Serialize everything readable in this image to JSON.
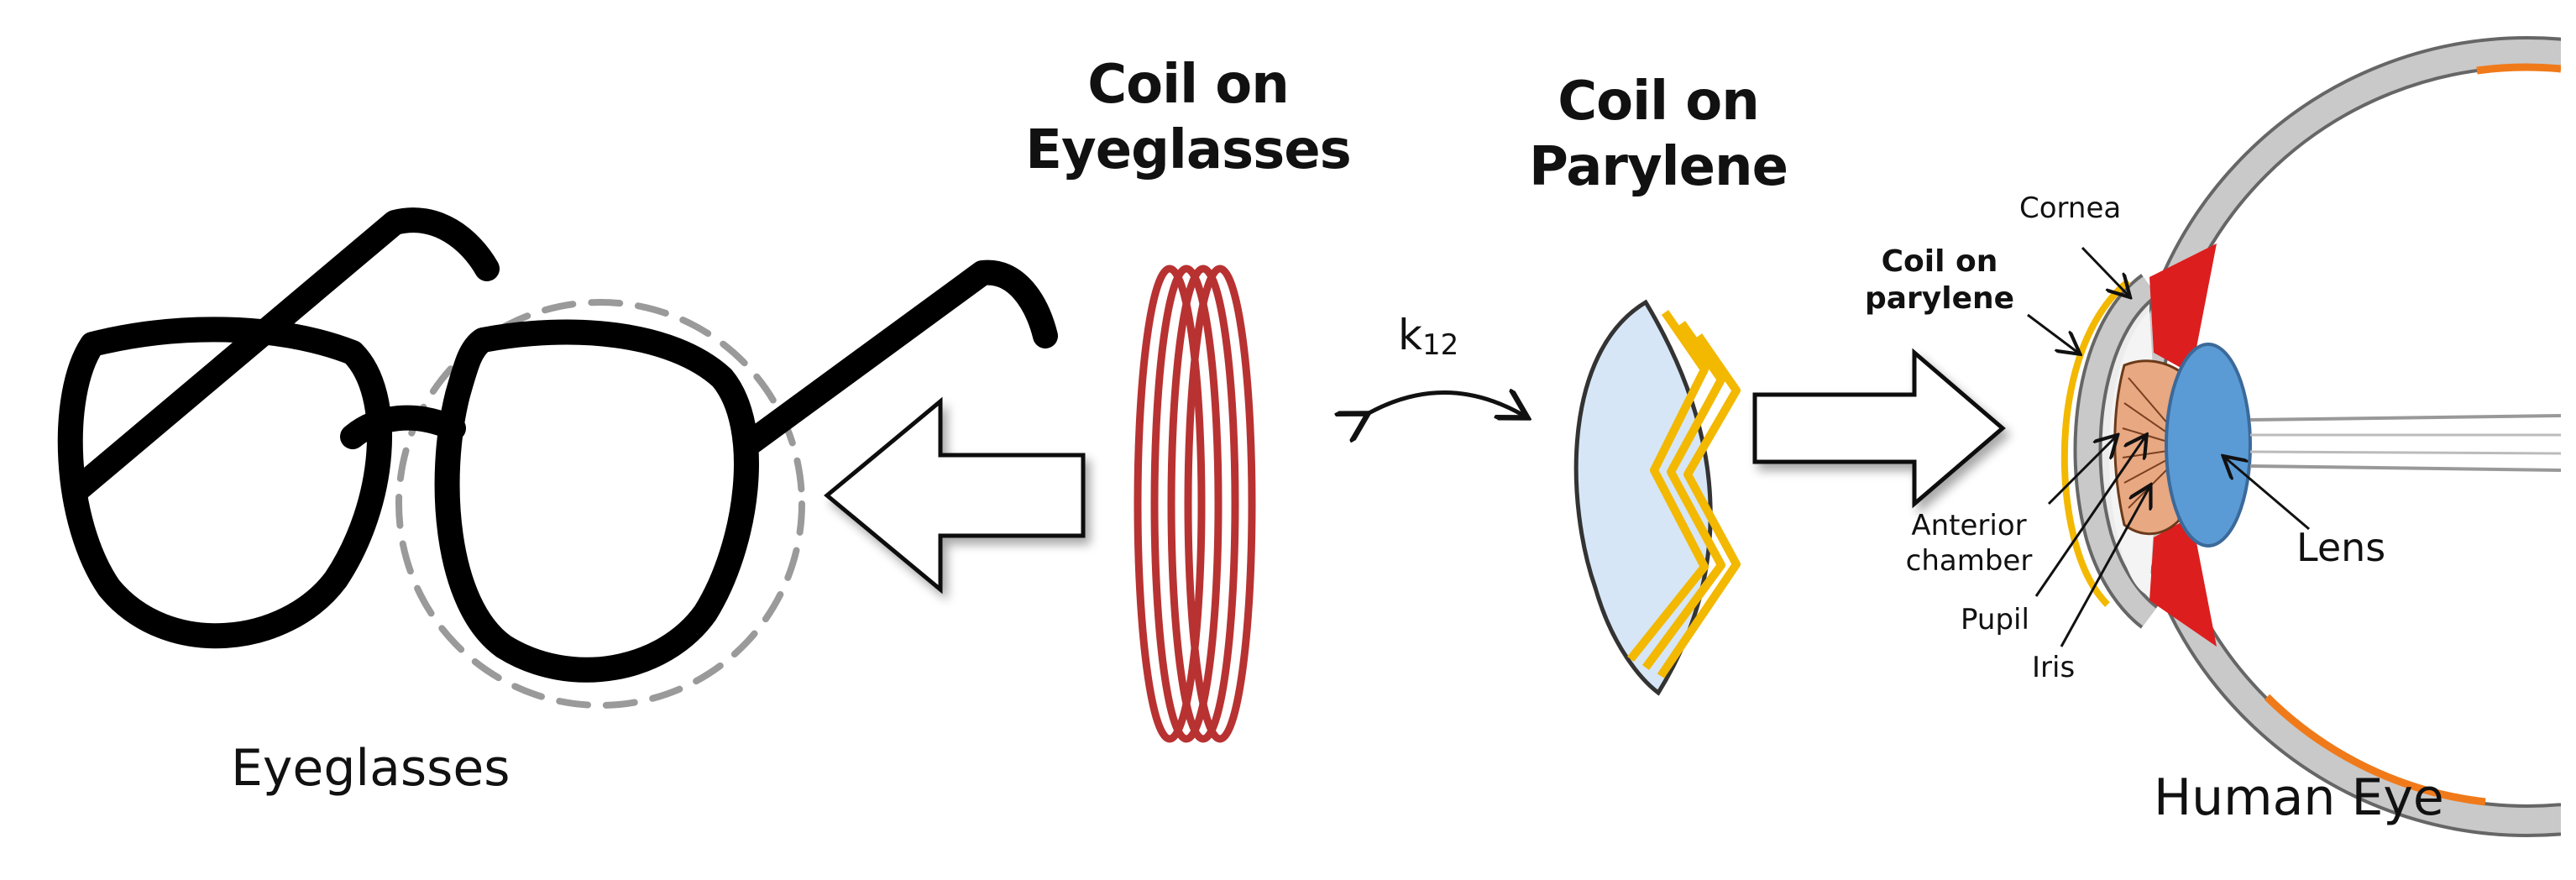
{
  "labels": {
    "coil_eyeglasses": [
      "Coil on",
      "Eyeglasses"
    ],
    "coil_parylene": [
      "Coil on",
      "Parylene"
    ],
    "k_symbol": "k",
    "k_subscript": "12",
    "eyeglasses": "Eyeglasses",
    "human_eye": "Human Eye",
    "cornea": "Cornea",
    "coil_on_parylene_small": [
      "Coil on",
      "parylene"
    ],
    "anterior_chamber": [
      "Anterior",
      "chamber"
    ],
    "pupil": "Pupil",
    "iris": "Iris",
    "lens": "Lens"
  },
  "colors": {
    "coil_red": "#b83232",
    "lens_fill": "#d6e6f6",
    "coil_yellow": "#f3b800",
    "eye_gray": "#c9c9c9",
    "retina_orange": "#f07a1a",
    "ciliary_red": "#dd1e1e",
    "iris_brown": "#e8a882",
    "eye_lens_blue": "#5b9bd5"
  }
}
